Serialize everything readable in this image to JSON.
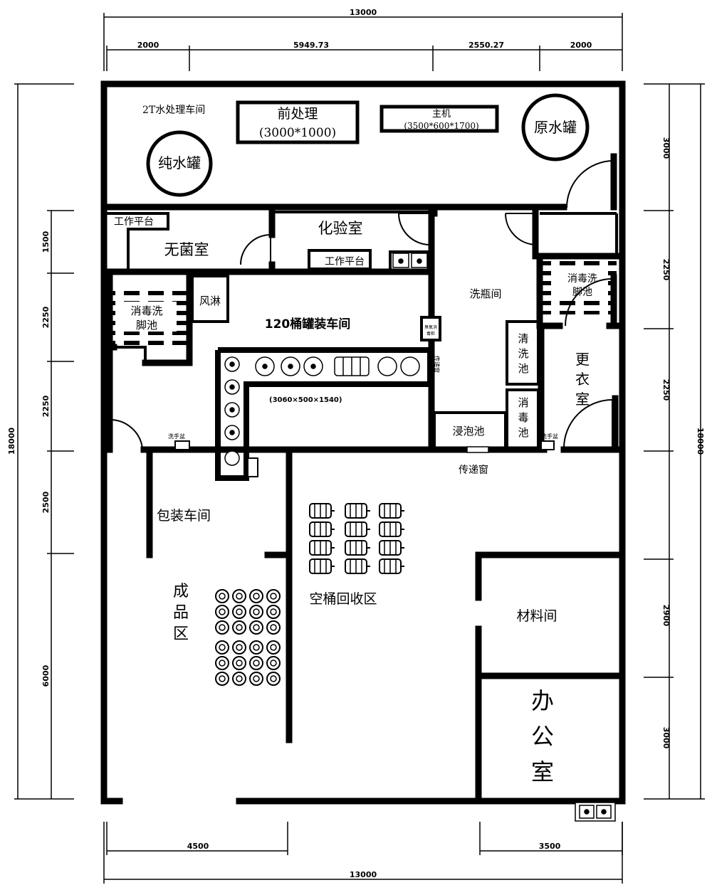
{
  "rooms": {
    "water_treatment": "2T水处理车间",
    "pretreatment": "前处理",
    "pretreatment_size": "(3000*1000)",
    "main_machine": "主机",
    "main_machine_size": "(3500*600*1700)",
    "raw_water_tank": "原水罐",
    "pure_water_tank": "纯水罐",
    "work_platform_1": "工作平台",
    "sterile_room": "无菌室",
    "lab": "化验室",
    "work_platform_2": "工作平台",
    "air_shower": "风淋",
    "disinfect_pool_left": [
      "消毒洗",
      "脚池"
    ],
    "filling_workshop": "120桶罐装车间",
    "bottle_wash": "洗瓶间",
    "disinfect_pool_right": [
      "消毒洗",
      "脚池"
    ],
    "pass_window_small": "传递窗",
    "pass_window_main": "传递窗",
    "disinfect_cabinet": [
      "臭氧消",
      "毒柜"
    ],
    "filling_machine_size": "(3060×500×1540)",
    "clean_pool": [
      "清",
      "洗",
      "池"
    ],
    "disinfect_pool_v": [
      "消",
      "毒",
      "池"
    ],
    "soak_pool": "浸泡池",
    "changing_room": [
      "更",
      "衣",
      "室"
    ],
    "hand_wash_left": "洗手盆",
    "hand_wash_right": "洗手盆",
    "packaging": "包装车间",
    "finished_goods": [
      "成",
      "品",
      "区"
    ],
    "empty_bucket_recovery": "空桶回收区",
    "materials_room": "材料间",
    "office": [
      "办",
      "公",
      "室"
    ]
  },
  "dimensions": {
    "total_width": "13000",
    "top_segments": [
      "2000",
      "5949.73",
      "2550.27",
      "2000"
    ],
    "left_segments": [
      "1500",
      "2250",
      "2250",
      "2500",
      "6000"
    ],
    "right_segments": [
      "3000",
      "2250",
      "2250",
      "2900",
      "3000"
    ],
    "total_height": "18000",
    "bottom_segments": [
      "4500",
      "3500"
    ]
  },
  "colors": {
    "wall": "#000000",
    "background": "#ffffff"
  }
}
